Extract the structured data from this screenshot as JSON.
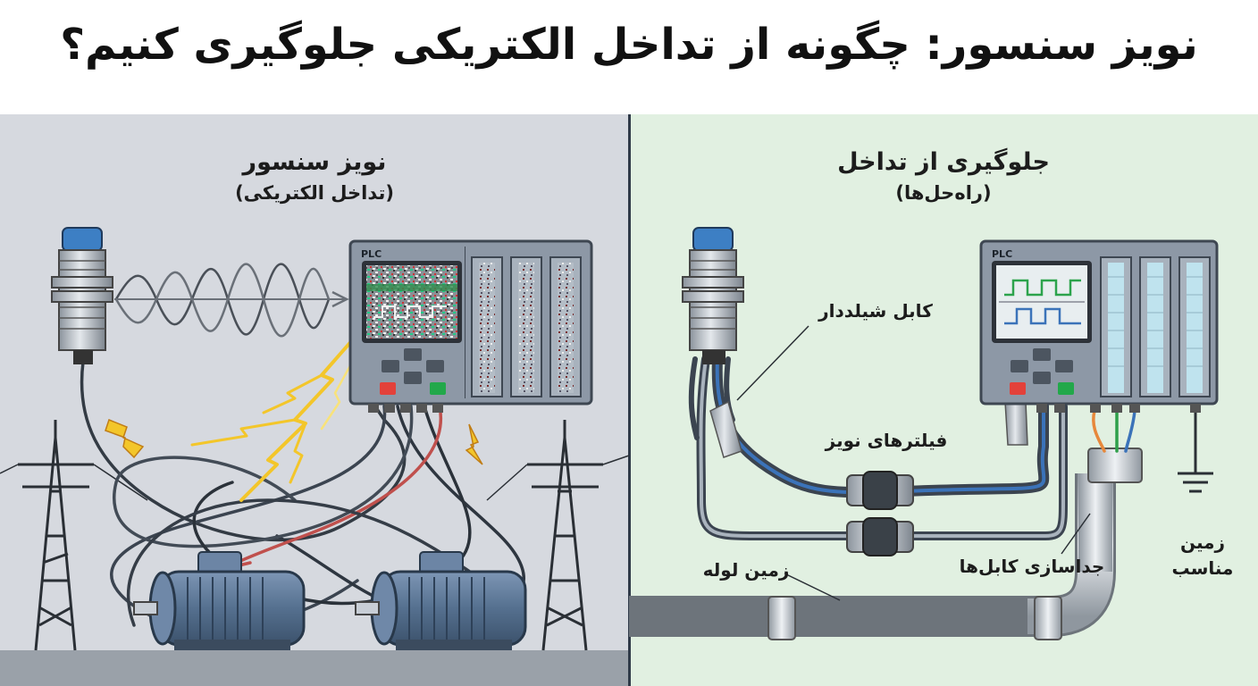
{
  "title": "نویز سنسور: چگونه از تداخل الکتریکی جلوگیری کنیم؟",
  "left_panel": {
    "title": "نویز سنسور",
    "subtitle": "(تداخل الکتریکی)",
    "plc_label": "PLC"
  },
  "right_panel": {
    "title": "جلوگیری از تداخل",
    "subtitle": "(راه‌حل‌ها)",
    "plc_label": "PLC",
    "callouts": {
      "shielded_cable": "کابل شیلددار",
      "noise_filters": "فیلترهای نویز",
      "cable_separation": "جداسازی کابل‌ها",
      "proper_ground_1": "زمین",
      "proper_ground_2": "مناسب",
      "conduit_ground": "زمین لوله"
    }
  },
  "colors": {
    "left_bg": "#d6d9df",
    "right_bg": "#e1f0e1",
    "title_bg": "#ffffff",
    "sensor_cap": "#3d7fc4",
    "plc_body": "#8d98a6",
    "led_red": "#e3413a",
    "led_green": "#22a84a",
    "spark": "#f3c62a"
  }
}
